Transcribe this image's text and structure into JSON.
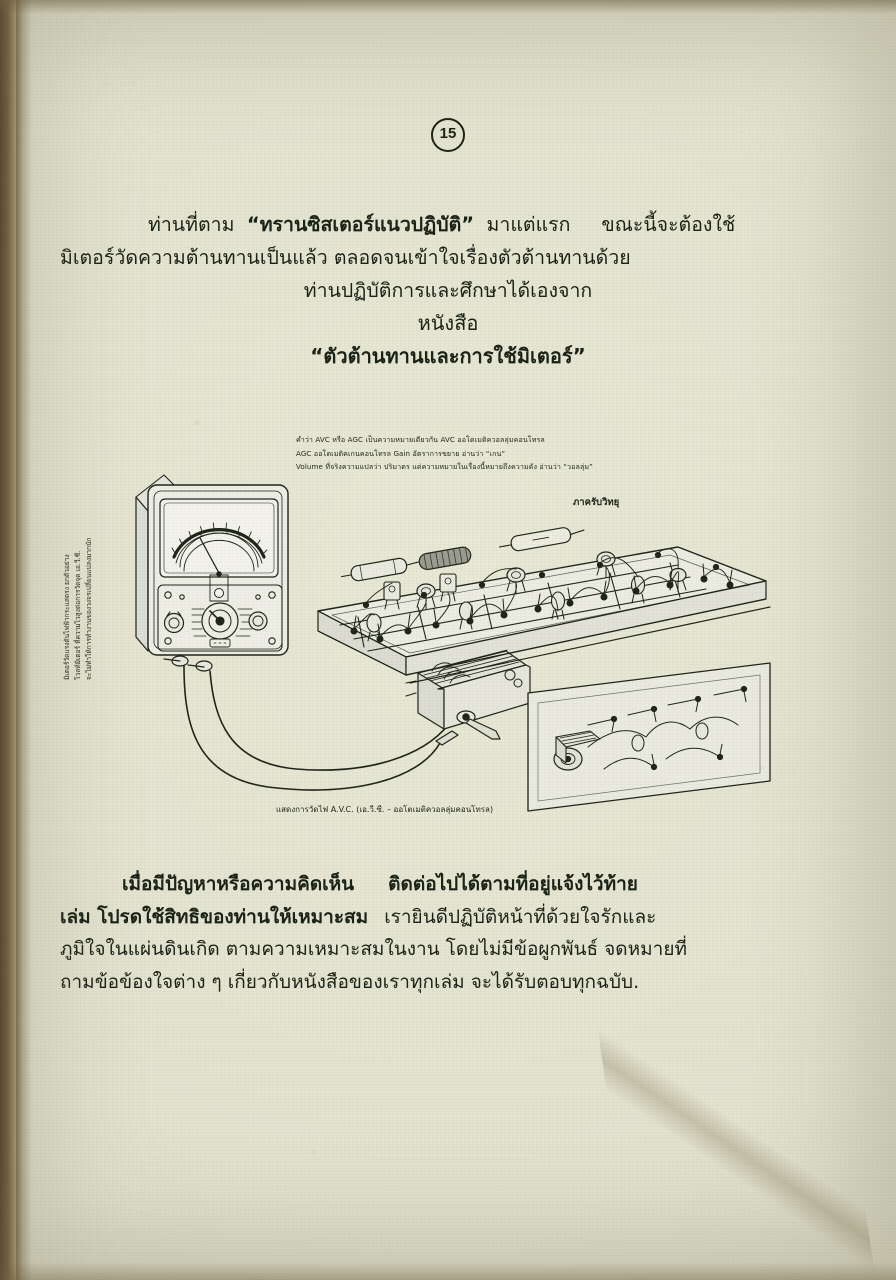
{
  "document": {
    "page_number": "15",
    "language": "Thai"
  },
  "header": {
    "lines": [
      {
        "id": "h1a",
        "text": "ท่านที่ตาม",
        "bold": false
      },
      {
        "id": "h1b",
        "text": "“ทรานซิสเตอร์แนวปฏิบัติ”",
        "bold": true
      },
      {
        "id": "h1c",
        "text": "มาแต่แรก",
        "bold": false
      },
      {
        "id": "h1d",
        "text": "ขณะนี้จะต้องใช้",
        "bold": false
      }
    ],
    "line1": "ท่านที่ตาม",
    "line1_bold": "“ทรานซิสเตอร์แนวปฏิบัติ”",
    "line1_tail": "มาแต่แรก",
    "line1_tail2": "ขณะนี้จะต้องใช้",
    "line2": "มิเตอร์วัดความต้านทานเป็นแล้ว  ตลอดจนเข้าใจเรื่องตัวต้านทานด้วย",
    "line3": "ท่านปฏิบัติการและศึกษาได้เองจาก",
    "line4": "หนังสือ",
    "line5": "“ตัวต้านทานและการใช้มิเตอร์”"
  },
  "figure": {
    "caption_top": [
      "คำว่า AVC หรือ AGC เป็นความหมายเดียวกัน  AVC ออโตเมติควอลลุ่มคอนโทรล",
      "AGC ออโตเมติคเกนคอนโทรล   Gain อัตราการขยาย  อ่านว่า “เกน”",
      "Volume ที่จริงความแปลว่า ปริมาตร แต่ความหมายในเรื่องนี้หมายถึงความดัง  อ่านว่า “วอลลุ่ม”"
    ],
    "board_label": "ภาครับวิทยุ",
    "side_caption": [
      "มิเตอร์วัดแรงดันไฟฟ้ากระแสตรง  ยกตัวอย่าง",
      "โวลท์มิเตอร์ ที่ความไวสูงต่อการวัดจุด เอ.วี.ซี.",
      "จะไม่ทำให้การทำงานของวงจรเปลี่ยนแปลงมากนัก"
    ],
    "caption_bottom": "แสดงการวัดไฟ A.V.C. (เอ.วี.ซี. – ออโตเมติควอลลุ่มคอนโทรล)",
    "elements": {
      "meter": "analog-multimeter",
      "circuit_board": "radio-receiver-board",
      "tuning_capacitor": "variable-capacitor",
      "test_leads": "probe-leads"
    }
  },
  "footer": {
    "line1a": "เมื่อมีปัญหาหรือความคิดเห็น",
    "line1b": "ติดต่อไปได้ตามที่อยู่แจ้งไว้ท้าย",
    "line2a": "เล่ม  โปรดใช้สิทธิของท่านให้เหมาะสม",
    "line2b": "เรายินดีปฏิบัติหน้าที่ด้วยใจรักและ",
    "line3a": "ภูมิใจในแผ่นดินเกิด  ตามความเหมาะสมในงาน  โดยไม่มีข้อผูกพันธ์  จดหมายที่",
    "line4a": "ถามข้อข้องใจต่าง ๆ เกี่ยวกับหนังสือของเราทุกเล่ม  จะได้รับตอบทุกฉบับ."
  },
  "colors": {
    "paper": "#e4e4d1",
    "ink": "#1b2317",
    "edge_dark": "#4a3a24"
  }
}
